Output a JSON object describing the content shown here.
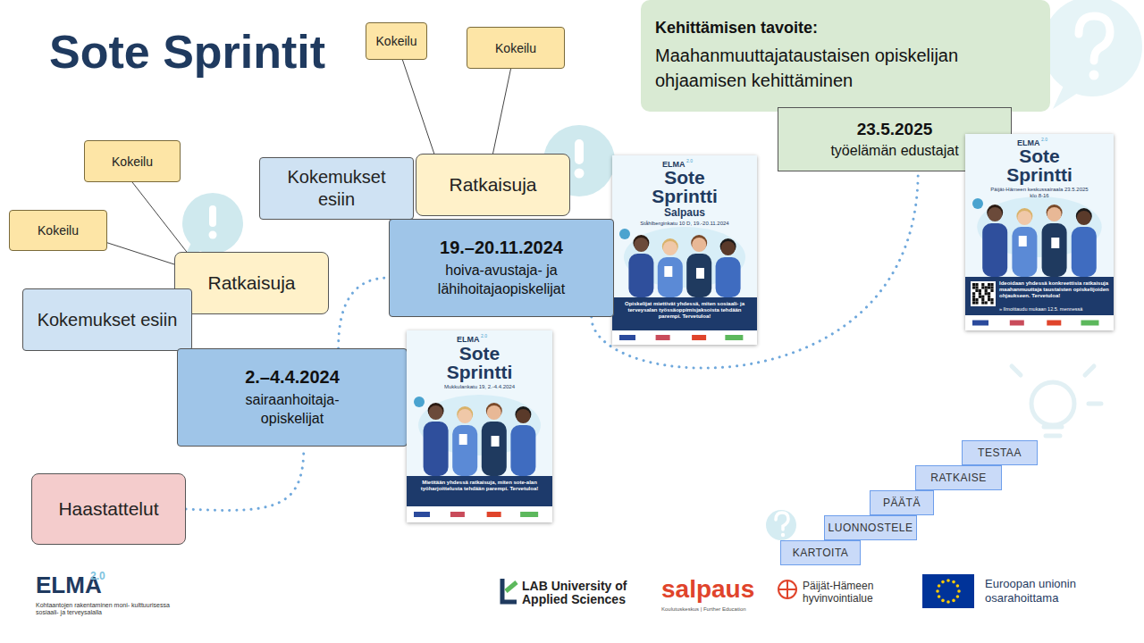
{
  "diagram": {
    "title": "Sote Sprintit",
    "nodes": [
      {
        "text": [
          "Kokeilu"
        ]
      },
      {
        "text": [
          "Kokeilu"
        ]
      },
      {
        "text": [
          "Kehittämisen tavoite:",
          "Maahanmuuttajataustaisen opiskelijan ohjaamisen kehittäminen"
        ]
      },
      {
        "text": [
          "Kokeilu"
        ]
      },
      {
        "text": [
          "23.5.2025",
          "työelämän edustajat"
        ]
      },
      {
        "text": [
          "Kokemukset esiin"
        ]
      },
      {
        "text": [
          "Ratkaisuja"
        ]
      },
      {
        "text": [
          "ELMA",
          "2.0",
          "Sote Sprintti",
          "Salpaus",
          "Ståhlberginkatu 10 D, 19.-20.11.2024",
          "Opiskelijat miettivät yhdessä, miten sosiaali- ja terveysalan työssäoppimisjaksoista tehdään parempi. Tervetuloa!"
        ]
      },
      {
        "text": [
          "ELMA",
          "2.0",
          "Sote Sprintti",
          "Päijät-Hämeen keskussairaala 23.5.2025 klo 8-16",
          "Ideoidaan yhdessä konkreettisia ratkaisuja maahanmuuttaja taustaisten opiskelijoiden ohjaukseen. Tervetuloa!",
          "» Ilmoittaudu mukaan 12.5. mennessä"
        ]
      },
      {
        "text": [
          "Kokeilu"
        ]
      },
      {
        "text": [
          "Ratkaisuja"
        ]
      },
      {
        "text": [
          "19.–20.11.2024",
          "hoiva-avustaja- ja lähihoitajaopiskelijat"
        ]
      },
      {
        "text": [
          "Kokemukset esiin"
        ]
      },
      {
        "text": [
          "2.–4.4.2024",
          "sairaanhoitaja- opiskelijat"
        ]
      },
      {
        "text": [
          "ELMA",
          "2.0",
          "Sote Sprintti",
          "Mukkulankatu 19, 2.-4.4.2024",
          "Mietitään yhdessä ratkaisuja, miten sote-alan työharjoittelusta tehdään parempi. Tervetuloa!"
        ]
      },
      {
        "text": [
          "TESTAA"
        ]
      },
      {
        "text": [
          "RATKAISE"
        ]
      },
      {
        "text": [
          "PÄÄTÄ"
        ]
      },
      {
        "text": [
          "LUONNOSTELE"
        ]
      },
      {
        "text": [
          "KARTOITA"
        ]
      },
      {
        "text": [
          "Haastattelut"
        ]
      }
    ],
    "edges": [
      {
        "from": 20,
        "to": 13,
        "arrow": "none"
      },
      {
        "from": 13,
        "to": 11,
        "arrow": "none"
      },
      {
        "from": 11,
        "to": 4,
        "arrow": "none"
      },
      {
        "from": 0,
        "to": 6,
        "arrow": "none"
      },
      {
        "from": 1,
        "to": 6,
        "arrow": "none"
      },
      {
        "from": 3,
        "to": 10,
        "arrow": "none"
      },
      {
        "from": 9,
        "to": 10,
        "arrow": "none"
      }
    ],
    "labels": [
      "ELMA",
      "2.0",
      "Kohtaantojen rakentaminen moni- kulttuurisessa sosiaali- ja terveysalalla",
      "LAB University of Applied Sciences",
      "salpaus",
      "Koulutuskeskus | Further Education",
      "Päijät-Hämeen hyvinvointialue",
      "Euroopan unionin osarahoittama"
    ]
  }
}
